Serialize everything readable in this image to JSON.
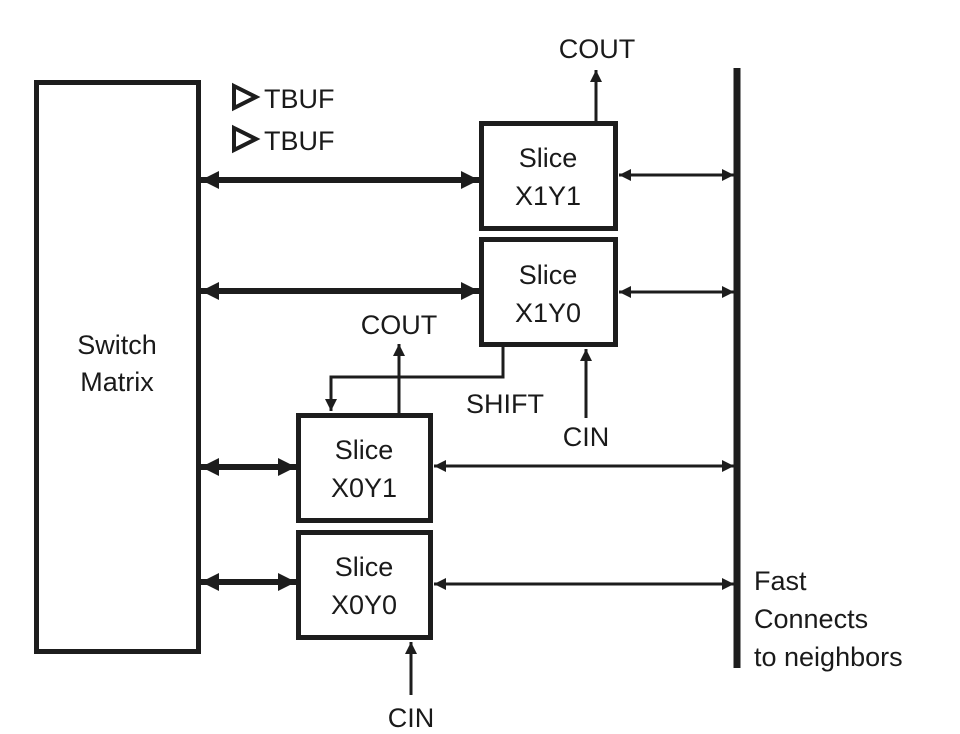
{
  "diagram": {
    "switch_matrix": {
      "line1": "Switch",
      "line2": "Matrix"
    },
    "tbuf": [
      {
        "label": "TBUF"
      },
      {
        "label": "TBUF"
      }
    ],
    "slices": {
      "x1y1": {
        "line1": "Slice",
        "line2": "X1Y1"
      },
      "x1y0": {
        "line1": "Slice",
        "line2": "X1Y0"
      },
      "x0y1": {
        "line1": "Slice",
        "line2": "X0Y1"
      },
      "x0y0": {
        "line1": "Slice",
        "line2": "X0Y0"
      }
    },
    "signals": {
      "cout_top": "COUT",
      "cout_mid": "COUT",
      "shift": "SHIFT",
      "cin_mid": "CIN",
      "cin_bottom": "CIN"
    },
    "fast_connects": {
      "line1": "Fast",
      "line2": "Connects",
      "line3": "to neighbors"
    },
    "colors": {
      "ink": "#1d1d1d",
      "background": "#ffffff"
    }
  }
}
